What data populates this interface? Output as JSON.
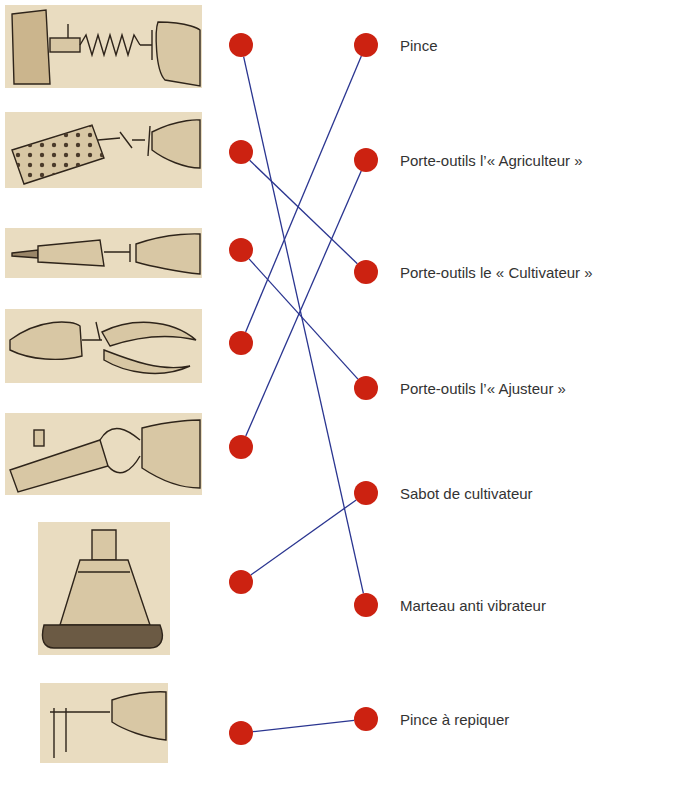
{
  "diagram": {
    "nodes": [
      {
        "text": []
      },
      {
        "text": []
      },
      {
        "text": []
      },
      {
        "text": []
      },
      {
        "text": []
      },
      {
        "text": []
      },
      {
        "text": []
      },
      {
        "text": [
          "Pince"
        ]
      },
      {
        "text": [
          "Porte-outils l’« Agriculteur »"
        ]
      },
      {
        "text": [
          "Porte-outils le « Cultivateur »"
        ]
      },
      {
        "text": [
          "Porte-outils l’« Ajusteur »"
        ]
      },
      {
        "text": [
          "Sabot de cultivateur"
        ]
      },
      {
        "text": [
          "Marteau anti vibrateur"
        ]
      },
      {
        "text": [
          "Pince à repiquer"
        ]
      }
    ],
    "edges": [
      {
        "from": 0,
        "to": 12,
        "arrow": "none"
      },
      {
        "from": 1,
        "to": 9,
        "arrow": "none"
      },
      {
        "from": 2,
        "to": 10,
        "arrow": "none"
      },
      {
        "from": 3,
        "to": 7,
        "arrow": "none"
      },
      {
        "from": 4,
        "to": 8,
        "arrow": "none"
      },
      {
        "from": 5,
        "to": 11,
        "arrow": "none"
      },
      {
        "from": 6,
        "to": 13,
        "arrow": "none"
      }
    ]
  }
}
